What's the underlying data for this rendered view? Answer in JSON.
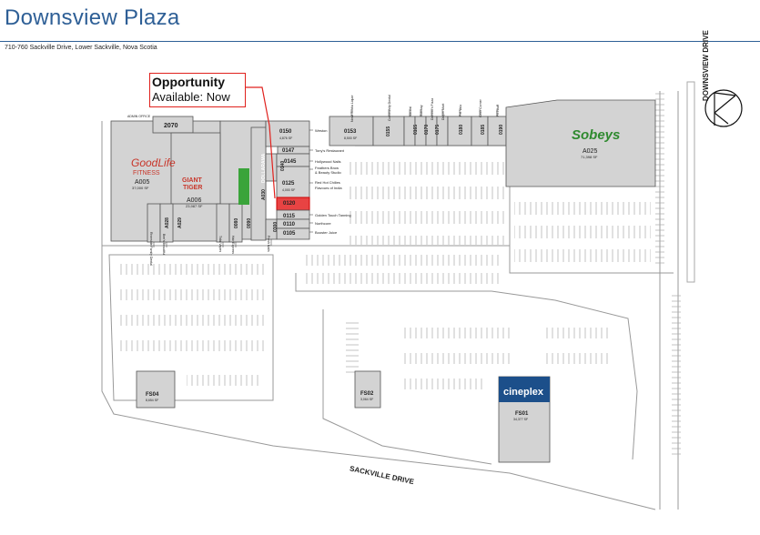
{
  "header": {
    "title": "Downsview Plaza",
    "address": "710-760 Sackville Drive, Lower Sackville, Nova Scotia"
  },
  "callout": {
    "line1": "Opportunity",
    "line2": "Available: Now"
  },
  "roads": {
    "east": "DOWNSVIEW DRIVE",
    "south": "SACKVILLE DRIVE"
  },
  "brands": {
    "goodlife_1": "GoodLife",
    "goodlife_2": "FITNESS",
    "giant_tiger_1": "GIANT",
    "giant_tiger_2": "TIGER",
    "dollarama": "DOLLARAMA",
    "sobeys": "Sobeys",
    "cineplex": "cineplex"
  },
  "units": {
    "u2070": "2070",
    "u2070_label": "ADMIN OFFICE",
    "a005": "A005",
    "a005_sf": "37,000 SF",
    "a006": "A006",
    "a006_sf": "23,987 SF",
    "a028": "A028",
    "a029": "A029",
    "u0080": "0080",
    "u0090": "0090",
    "a030": "A030",
    "u0300": "0300",
    "u0150": "0150",
    "u0150_sf": "4,876 SF",
    "u0147": "0147",
    "u0145": "0145",
    "u0140": "0140",
    "u0125": "0125",
    "u0125_sf": "4,000 SF",
    "u0120": "0120",
    "u0115": "0115",
    "u0110": "0110",
    "u0105": "0105",
    "u0153": "0153",
    "u0153_sf": "8,500 SF",
    "u0155": "0155",
    "u0165": "0165",
    "u0170": "0170",
    "u0175": "0175",
    "u0180": "0180",
    "u0185": "0185",
    "u0190": "0190",
    "a025": "A025",
    "a025_sf": "71,398 SF",
    "fs04": "FS04",
    "fs04_sf": "8,654 SF",
    "fs02": "FS02",
    "fs02_sf": "3,064 SF",
    "fs01": "FS01",
    "fs01_sf": "34,377 SF"
  },
  "tenants": {
    "t0150": "Weston",
    "t0147": "Tony's Restaurant",
    "t0145a": "Hollywood Nails",
    "t0145b": "Feathers Brow",
    "t0145c": "& Beauty Studio",
    "t0125a": "Red Hot Chilies",
    "t0125b": "Flavours of India",
    "t0115": "Golden Touch Tanning",
    "t0110": "Northcore",
    "t0105": "Booster Juice",
    "tv0153": "Nova Scotia Liquor",
    "tv0155": "Community Dental",
    "tv0165": "Vacant",
    "tv0170": "Subway",
    "tv0175a": "Domino's Pizza",
    "tv0175b": "Diaper Mart",
    "tv0180": "Pet Valu",
    "tv0185": "Cash Corner",
    "tv0190": "PETstuff",
    "tva028": "Riverside Family Dental",
    "tva029": "Bee's Beautiful",
    "tv0080": "Tidal Vapes",
    "tv0090": "Hair Express",
    "tv0300": "Fresh Nails"
  }
}
